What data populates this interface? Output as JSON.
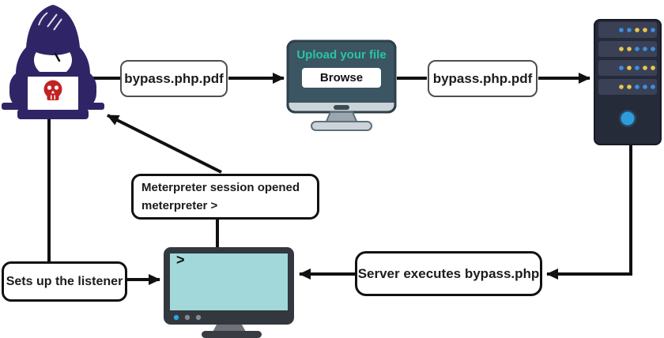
{
  "diagram": {
    "title_implied": "File upload bypass attack flow",
    "nodes": {
      "hacker": {
        "name": "hacker with laptop"
      },
      "file_box_1": {
        "label": "bypass.php.pdf"
      },
      "upload_monitor": {
        "title": "Upload your file",
        "button_label": "Browse"
      },
      "file_box_2": {
        "label": "bypass.php.pdf"
      },
      "server": {
        "name": "web server tower"
      },
      "server_executes_box": {
        "label": "Server executes bypass.php"
      },
      "terminal_monitor": {
        "prompt": ">"
      },
      "meterpreter_box": {
        "line1": "Meterpreter session opened",
        "line2": "meterpreter >"
      },
      "listener_box": {
        "label": "Sets up the listener"
      }
    },
    "colors": {
      "hood_navy": "#2f2566",
      "skull_red": "#c32222",
      "upload_screen": "#3b5563",
      "upload_title_teal": "#2bc4a4",
      "monitor_bezel_gray": "#ccd4d9",
      "terminal_screen": "#a3d8db",
      "terminal_frame": "#33373e",
      "server_body": "#262b39",
      "server_unit": "#3a4156",
      "led_blue": "#3d8fe0",
      "led_yellow": "#e8c94a",
      "power_blue": "#2d9cdb",
      "arrow": "#111111"
    }
  }
}
